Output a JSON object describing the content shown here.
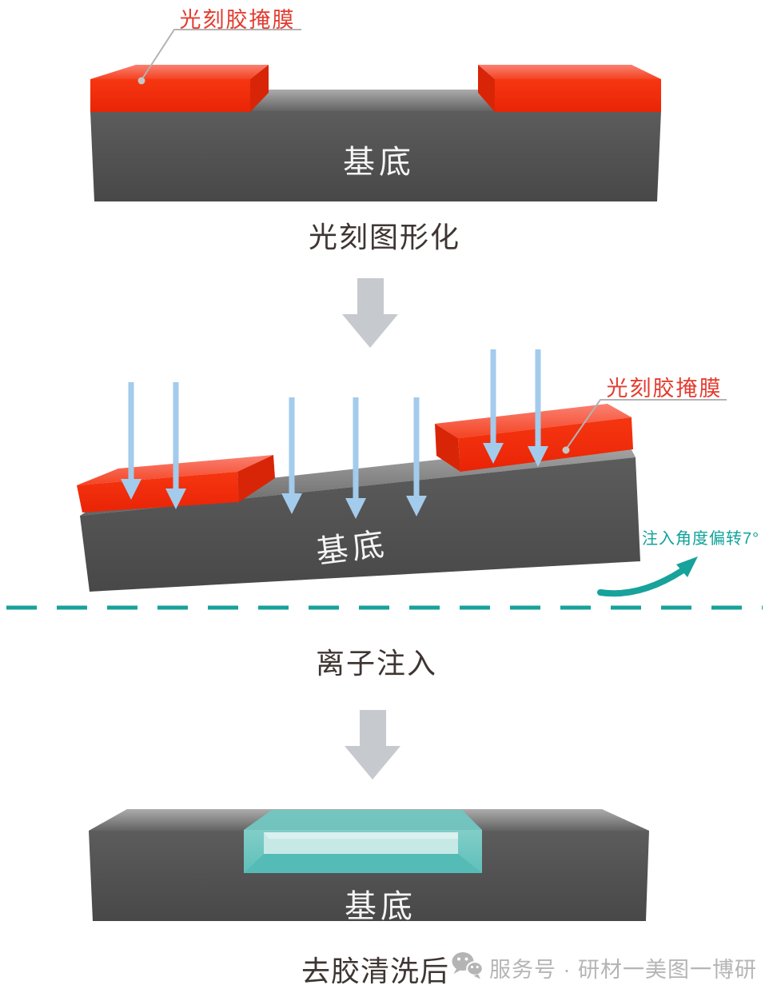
{
  "palette": {
    "resist_red": "#f32c10",
    "mask_label_red": "#e33c30",
    "substrate_gray": "#545454",
    "ion_arrow_blue": "#a3cbec",
    "teal_accent": "#17a29b",
    "caption_dark": "#3e3532",
    "watermark_gray": "#b5b5b5",
    "flow_arrow_gray": "#c6c9ce"
  },
  "steps": [
    {
      "caption": "光刻图形化",
      "substrate_label": "基底",
      "mask_label": "光刻胶掩膜"
    },
    {
      "caption": "离子注入",
      "substrate_label": "基底",
      "mask_label": "光刻胶掩膜",
      "tilt_note": "注入角度偏转7°"
    },
    {
      "caption": "去胶清洗后",
      "substrate_label": "基底"
    }
  ],
  "watermark": {
    "icon": "wechat-icon",
    "label": "服务号 · 研材一美图一博研"
  }
}
